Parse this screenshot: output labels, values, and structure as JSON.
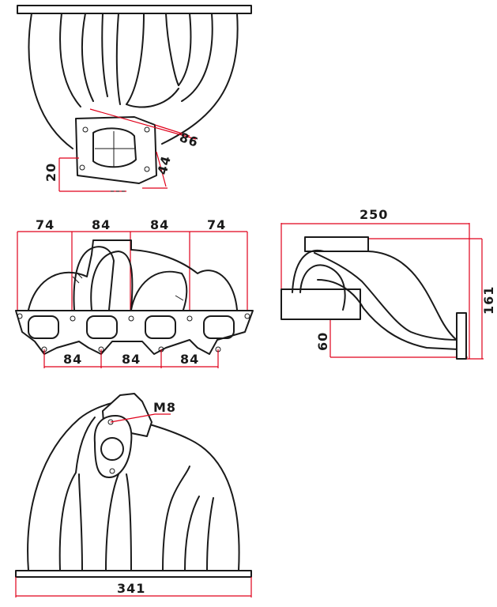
{
  "dimensions": {
    "top_flange_offset": "20",
    "top_flange_height": "44",
    "top_flange_length": "86",
    "header_74_left": "74",
    "header_84_mid_left": "84",
    "header_84_mid_right": "84",
    "header_74_right": "74",
    "port_84_a": "84",
    "port_84_b": "84",
    "port_84_c": "84",
    "side_width": "250",
    "side_height": "161",
    "side_flange": "60",
    "thread_label": "M8",
    "bottom_width": "341"
  },
  "colors": {
    "dimension_line": "#e0001a",
    "outline": "#1a1a1a"
  }
}
